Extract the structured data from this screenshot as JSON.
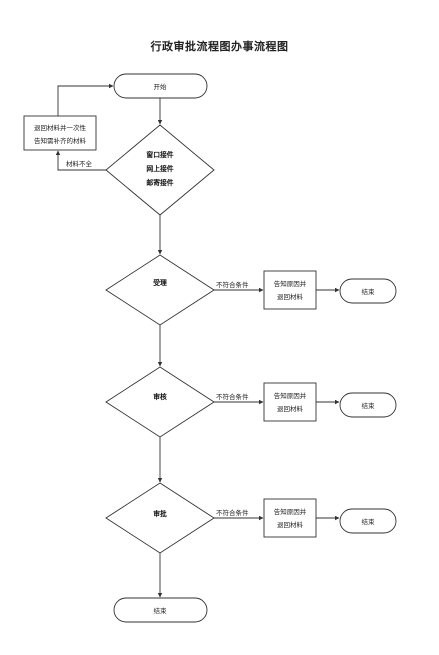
{
  "title": "行政审批流程图办事流程图",
  "start": "开始",
  "end": "结束",
  "intake": {
    "line1": "窗口接件",
    "line2": "网上接件",
    "line3": "邮寄接件"
  },
  "return_box": {
    "line1": "退回材料并一次性",
    "line2": "告知需补齐的材料"
  },
  "incomplete_label": "材料不全",
  "stages": [
    {
      "decision": "受理",
      "condition": "不符合条件",
      "notice_line1": "告知原因并",
      "notice_line2": "退回材料",
      "end": "结束"
    },
    {
      "decision": "审核",
      "condition": "不符合条件",
      "notice_line1": "告知原因并",
      "notice_line2": "退回材料",
      "end": "结束"
    },
    {
      "decision": "审批",
      "condition": "不符合条件",
      "notice_line1": "告知原因并",
      "notice_line2": "退回材料",
      "end": "结束"
    }
  ]
}
